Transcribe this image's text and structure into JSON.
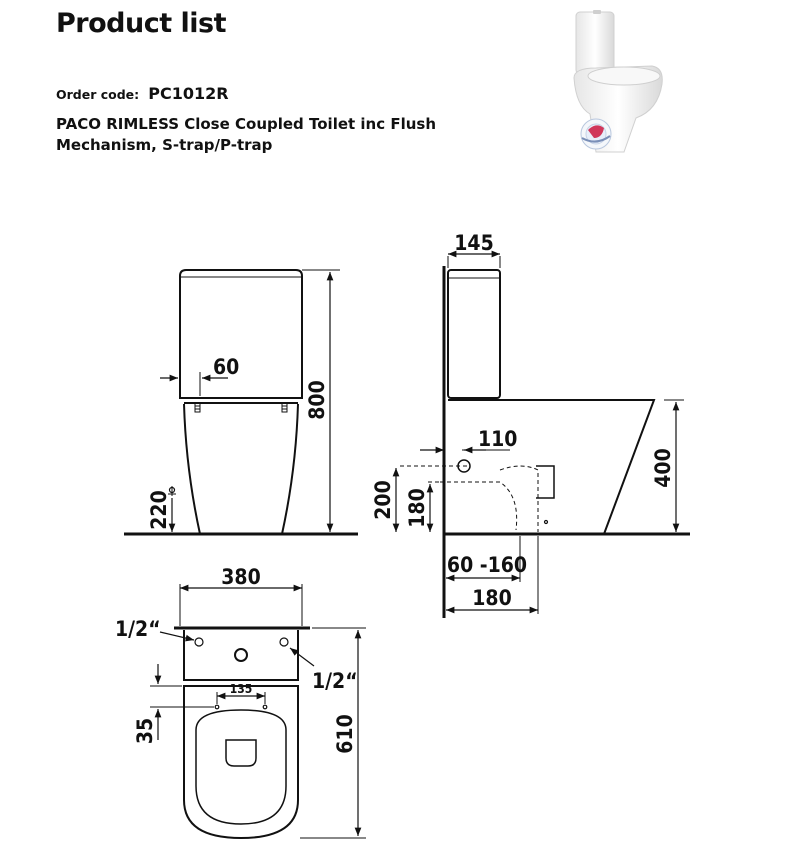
{
  "header": {
    "title": "Product list",
    "order_code_label": "Order code:",
    "order_code": "PC1012R",
    "description": "PACO RIMLESS Close Coupled Toilet inc Flush Mechanism, S-trap/P-trap"
  },
  "drawing": {
    "front": {
      "cistern_offset": "60",
      "height": "800",
      "inlet_height": "220"
    },
    "side": {
      "cistern_depth": "145",
      "outlet_offset": "110",
      "s_trap_height": "200",
      "p_trap_height": "180",
      "seat_height": "400",
      "trap_range": "60 -160",
      "trap_distance": "180"
    },
    "top": {
      "width": "380",
      "inlet_left": "1/2“",
      "inlet_right": "1/2“",
      "fixing_spacing": "135",
      "fixing_offset": "35",
      "length": "610"
    }
  },
  "colors": {
    "line": "#111111",
    "ceramic": "#f2f2f2",
    "accent": "#d0365a"
  }
}
